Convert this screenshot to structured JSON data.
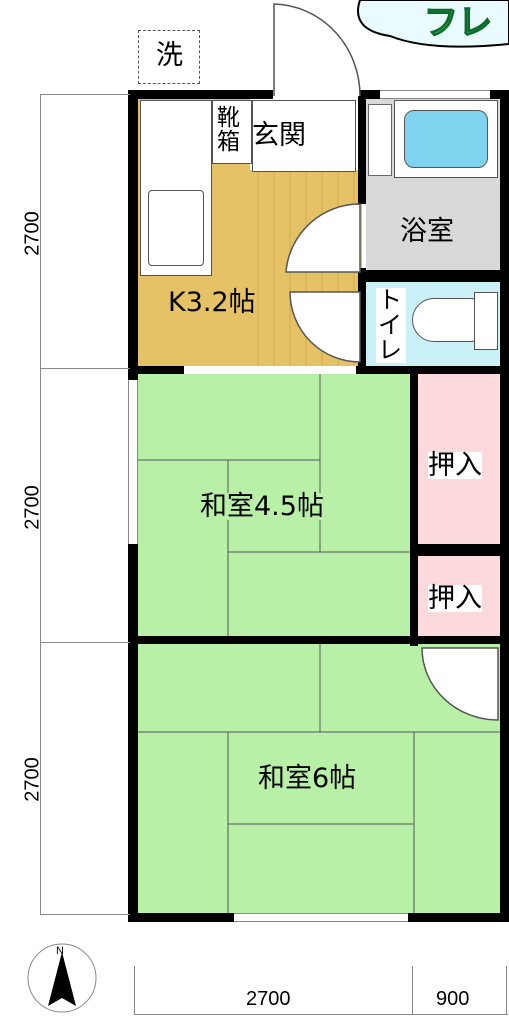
{
  "rooms": {
    "kitchen": "K3.2帖",
    "entrance": "玄関",
    "shoe_box": "靴箱",
    "bath": "浴室",
    "toilet": "トイレ",
    "washroom": "洗",
    "japanese_room_a": "和室4.5帖",
    "japanese_room_b": "和室6帖",
    "closet_a": "押入",
    "closet_b": "押入"
  },
  "dimensions": {
    "left": [
      "2700",
      "2700",
      "2700"
    ],
    "bottom": [
      "2700",
      "900"
    ]
  },
  "banner_text": "フレ",
  "compass": {
    "north_label": "N"
  },
  "colors": {
    "kitchen": "#e6c266",
    "tatami": "#b8f0a8",
    "closet": "#fcd9dc",
    "toilet": "#c9f1f7",
    "bath_floor": "#d9d9d9",
    "wall": "#000000",
    "bathtub": "#7fd3ee"
  }
}
